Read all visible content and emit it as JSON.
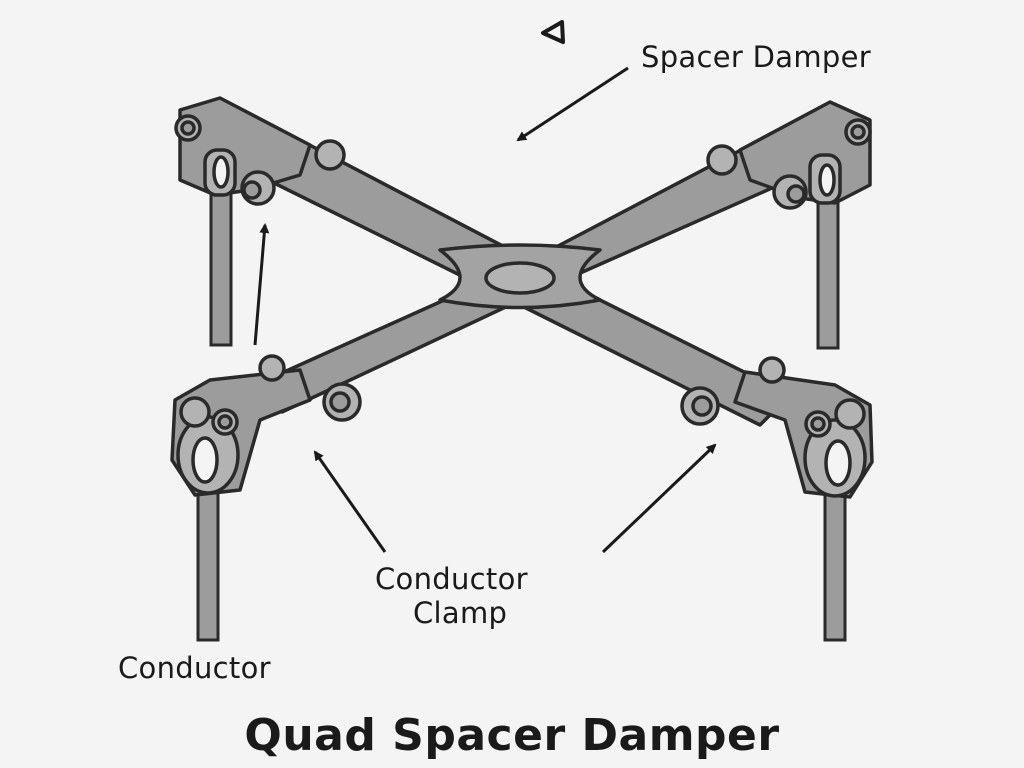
{
  "title": "Quad Spacer Damper",
  "labels": {
    "spacer_damper": "Spacer Damper",
    "conductor_clamp_line1": "Conductor",
    "conductor_clamp_line2": "Clamp",
    "conductor": "Conductor"
  },
  "colors": {
    "background": "#f4f4f4",
    "metal_fill": "#9c9c9c",
    "metal_light": "#b3b3b3",
    "outline": "#2a2a2a",
    "text": "#1a1a1a"
  }
}
